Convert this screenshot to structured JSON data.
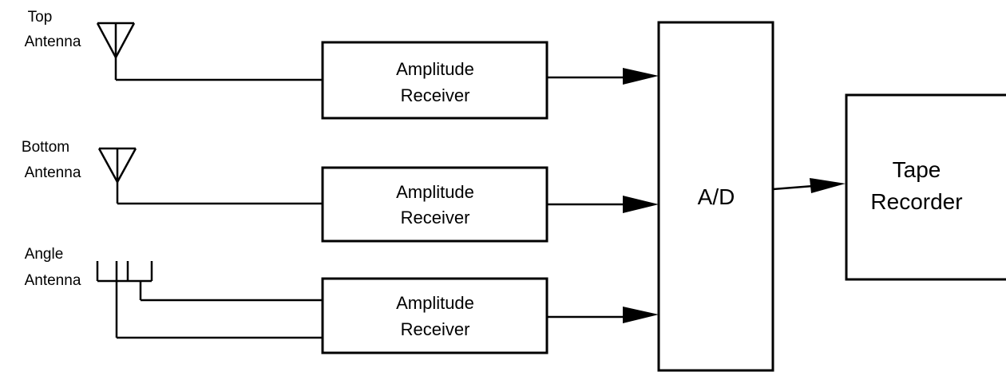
{
  "antennas": [
    {
      "id": "top",
      "label_line1": "Top",
      "label_line2": "Antenna",
      "icon": "dipole-antenna-icon"
    },
    {
      "id": "bottom",
      "label_line1": "Bottom",
      "label_line2": "Antenna",
      "icon": "dipole-antenna-icon"
    },
    {
      "id": "angle",
      "label_line1": "Angle",
      "label_line2": "Antenna",
      "icon": "array-antenna-icon"
    }
  ],
  "receivers": [
    {
      "line1": "Amplitude",
      "line2": "Receiver"
    },
    {
      "line1": "Amplitude",
      "line2": "Receiver"
    },
    {
      "line1": "Amplitude",
      "line2": "Receiver"
    }
  ],
  "converter": {
    "label": "A/D"
  },
  "recorder": {
    "line1": "Tape",
    "line2": "Recorder"
  }
}
